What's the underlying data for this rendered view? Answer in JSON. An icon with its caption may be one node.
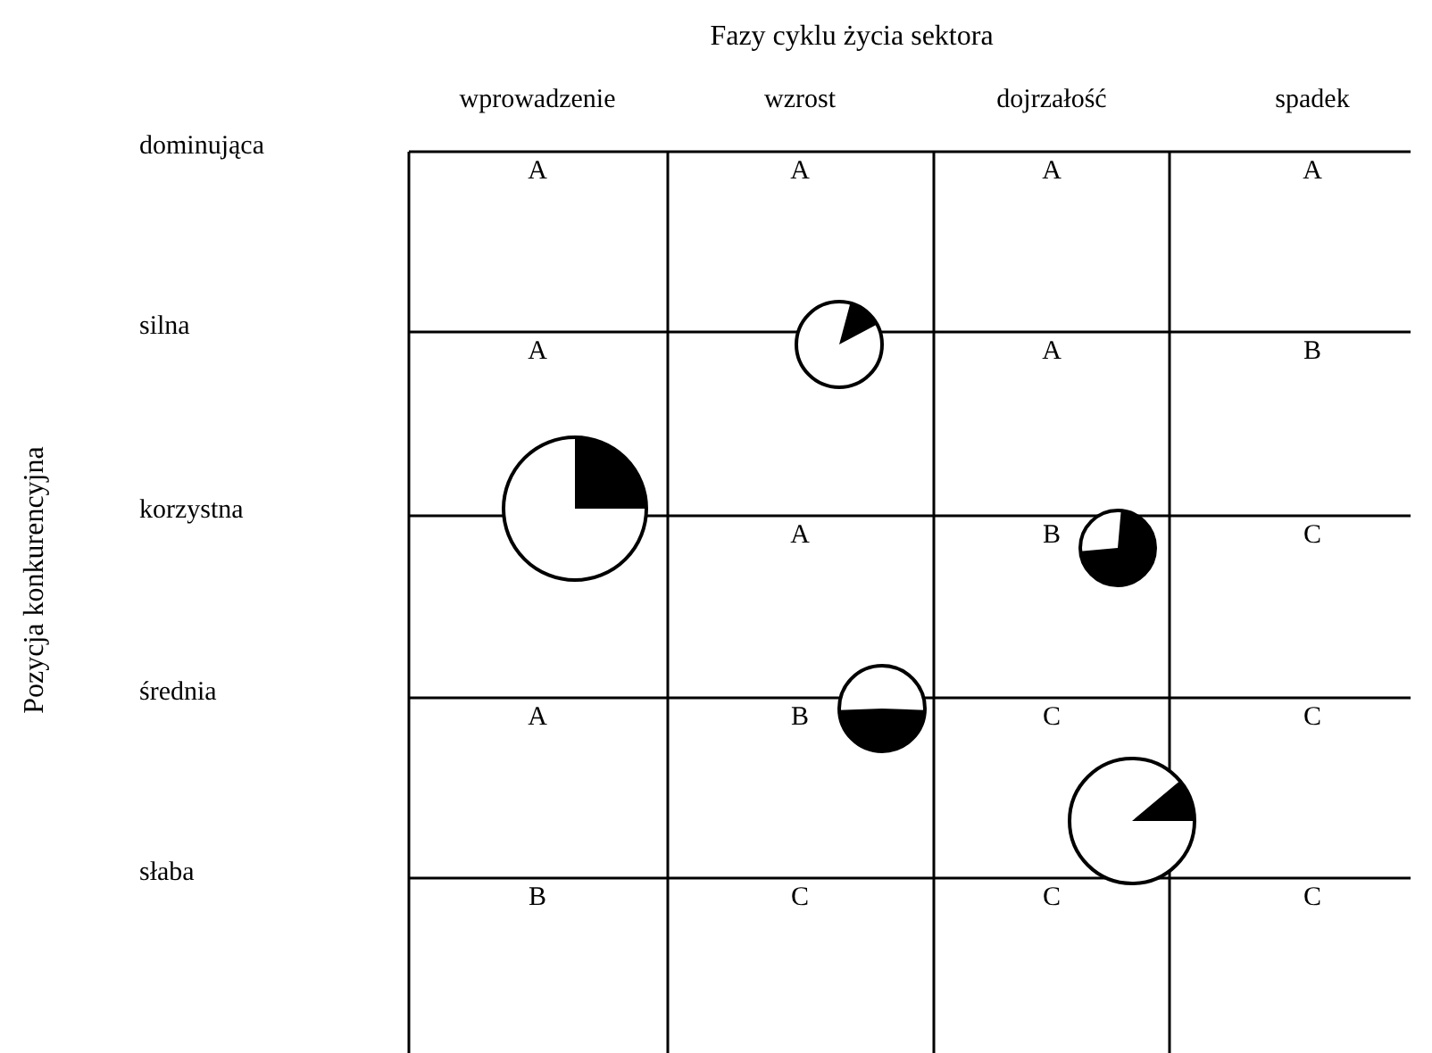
{
  "diagram": {
    "title": "Fazy cyklu życia sektora",
    "labels": [
      "wprowadzenie",
      "wzrost",
      "dojrzałość",
      "spadek",
      "dominująca",
      "A",
      "A",
      "A",
      "A",
      "silna",
      "A",
      "A",
      "B",
      "korzystna",
      "A",
      "B",
      "C",
      "średnia",
      "A",
      "B",
      "C",
      "C",
      "słaba",
      "B",
      "C",
      "C",
      "C",
      "Pozycja konkurencyjna"
    ]
  }
}
